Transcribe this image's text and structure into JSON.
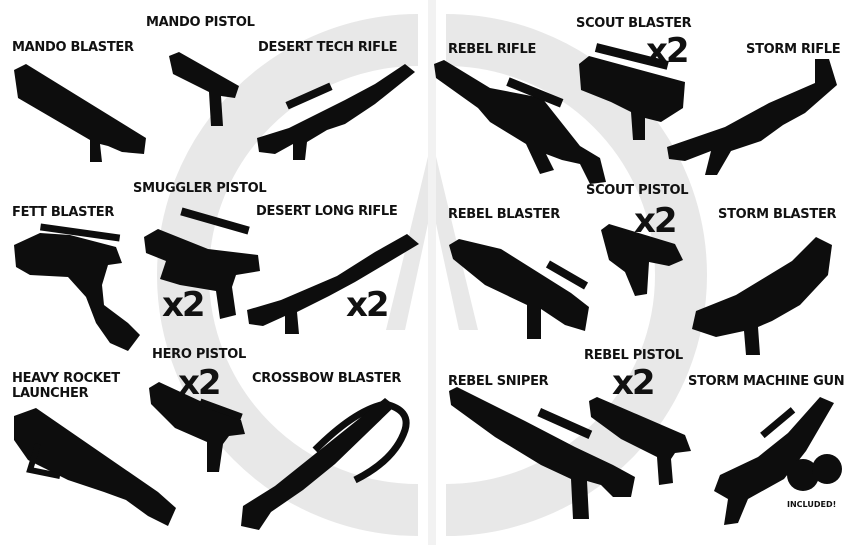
{
  "colors": {
    "accent": "#111111",
    "emblem": "#e6e6e6",
    "background": "#ffffff"
  },
  "emblem_icon": "rebel-alliance-emblem-icon",
  "items": [
    {
      "id": "mando-blaster",
      "label": "MANDO BLASTER",
      "quantity": ""
    },
    {
      "id": "mando-pistol",
      "label": "MANDO PISTOL",
      "quantity": ""
    },
    {
      "id": "desert-tech-rifle",
      "label": "DESERT TECH RIFLE",
      "quantity": ""
    },
    {
      "id": "rebel-rifle",
      "label": "REBEL RIFLE",
      "quantity": ""
    },
    {
      "id": "scout-blaster",
      "label": "SCOUT BLASTER",
      "quantity": "x2"
    },
    {
      "id": "storm-rifle",
      "label": "STORM RIFLE",
      "quantity": ""
    },
    {
      "id": "fett-blaster",
      "label": "FETT BLASTER",
      "quantity": ""
    },
    {
      "id": "smuggler-pistol",
      "label": "SMUGGLER PISTOL",
      "quantity": "x2"
    },
    {
      "id": "desert-long-rifle",
      "label": "DESERT LONG RIFLE",
      "quantity": "x2"
    },
    {
      "id": "rebel-blaster",
      "label": "REBEL BLASTER",
      "quantity": ""
    },
    {
      "id": "scout-pistol",
      "label": "SCOUT PISTOL",
      "quantity": "x2"
    },
    {
      "id": "storm-blaster",
      "label": "STORM BLASTER",
      "quantity": ""
    },
    {
      "id": "heavy-rocket-launcher",
      "label": "HEAVY ROCKET LAUNCHER",
      "quantity": ""
    },
    {
      "id": "hero-pistol",
      "label": "HERO PISTOL",
      "quantity": "x2"
    },
    {
      "id": "crossbow-blaster",
      "label": "CROSSBOW BLASTER",
      "quantity": ""
    },
    {
      "id": "rebel-sniper",
      "label": "REBEL SNIPER",
      "quantity": ""
    },
    {
      "id": "rebel-pistol",
      "label": "REBEL PISTOL",
      "quantity": "x2"
    },
    {
      "id": "storm-machine-gun",
      "label": "STORM MACHINE GUN",
      "quantity": ""
    }
  ],
  "notes": {
    "included": "INCLUDED!"
  }
}
